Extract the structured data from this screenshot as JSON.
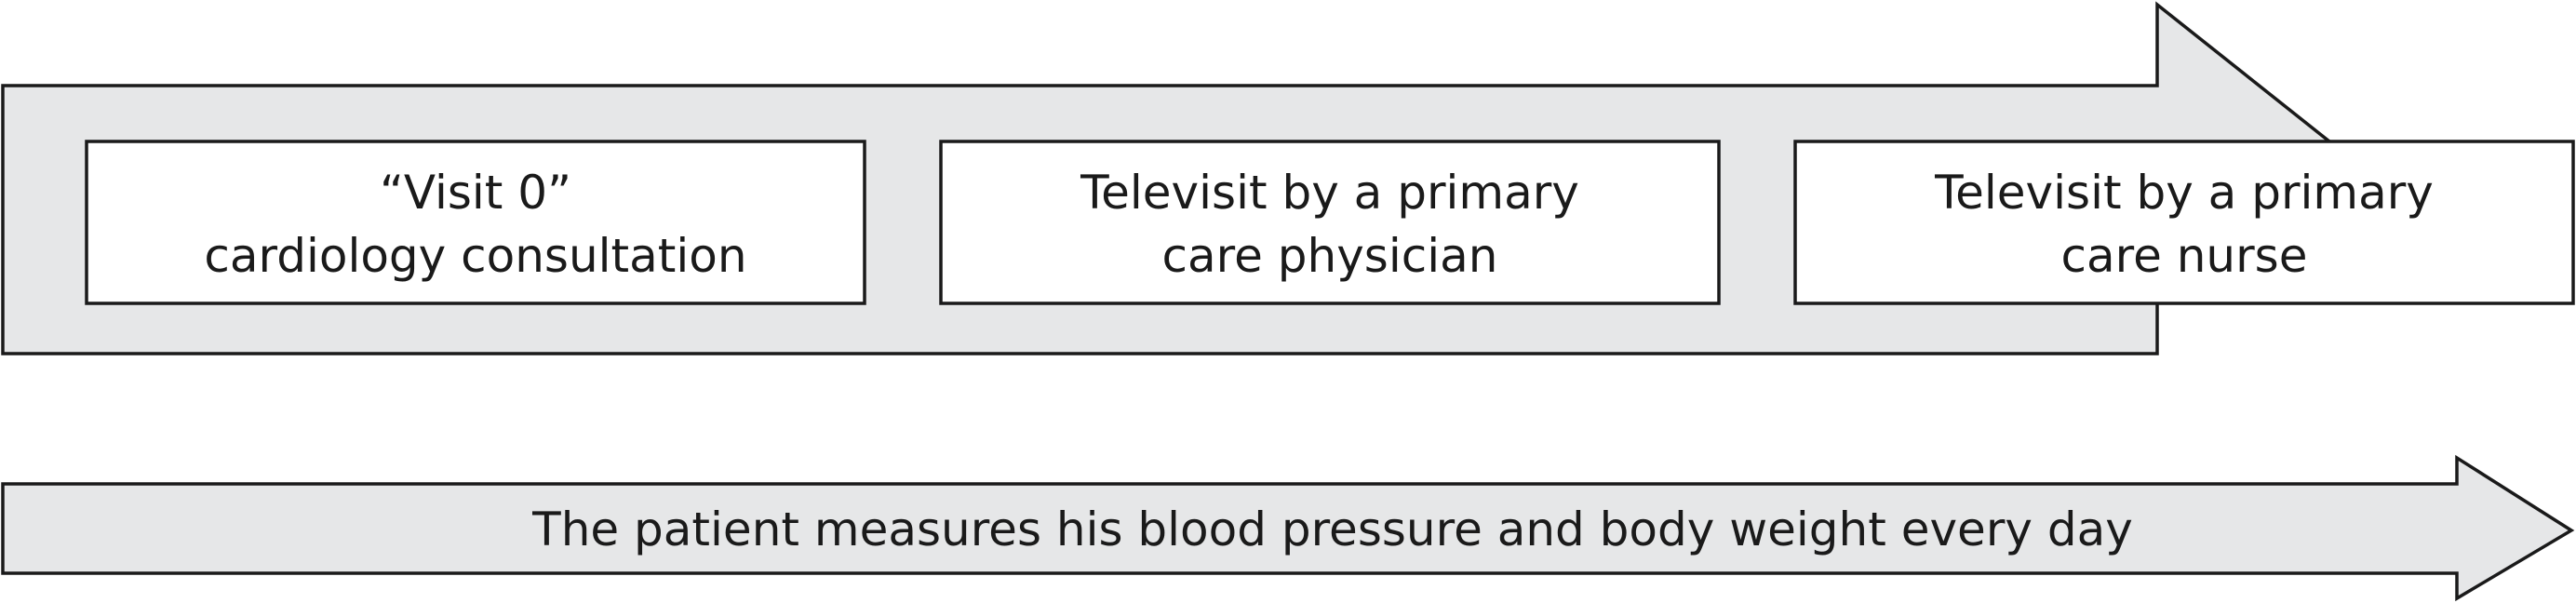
{
  "steps": [
    {
      "line1": "“Visit 0”",
      "line2": "cardiology consultation"
    },
    {
      "line1": "Televisit by a primary",
      "line2": "care physician"
    },
    {
      "line1": "Televisit by a primary",
      "line2": "care nurse"
    }
  ],
  "bottom_arrow": {
    "text": "The patient measures his blood pressure and body weight every day"
  },
  "colors": {
    "arrow_fill": "#e6e7e8",
    "outline": "#1a1a1a",
    "box_fill": "#ffffff"
  }
}
